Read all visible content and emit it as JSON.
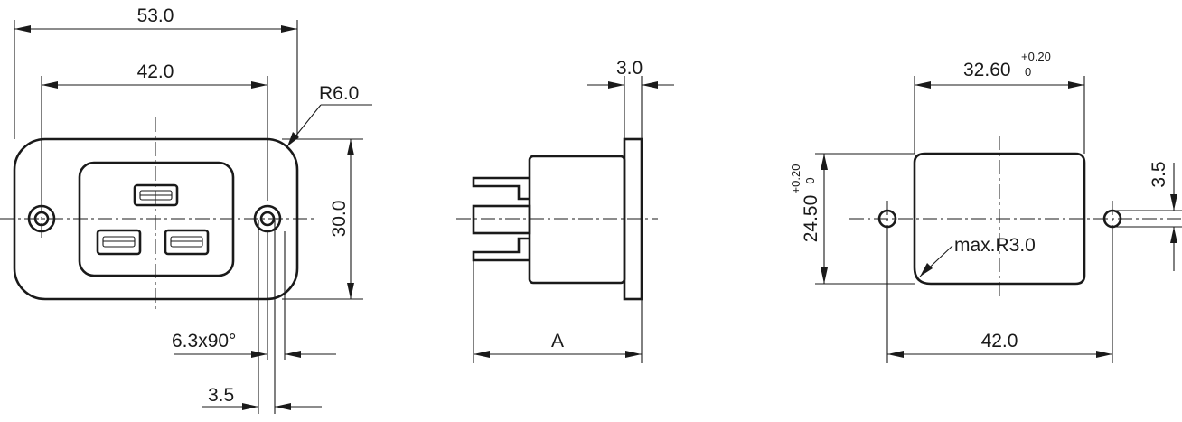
{
  "front_view": {
    "overall_width": "53.0",
    "hole_spacing": "42.0",
    "corner_radius": "R6.0",
    "height": "30.0",
    "terminal_size": "6.3x90°",
    "hole_diameter": "3.5"
  },
  "side_view": {
    "flange_thickness": "3.0",
    "depth_label": "A"
  },
  "panel_cutout": {
    "width": "32.60",
    "width_tol_upper": "+0.20",
    "width_tol_lower": "0",
    "height": "24.50",
    "height_tol_upper": "+0.20",
    "height_tol_lower": "0",
    "corner_radius": "max.R3.0",
    "hole_spacing": "42.0",
    "hole_diameter": "3.5"
  }
}
